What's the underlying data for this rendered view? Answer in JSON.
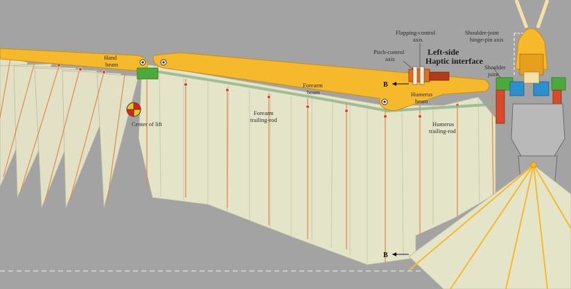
{
  "labels": {
    "hand_beam": [
      "Hand",
      "beam"
    ],
    "forearm_beam": [
      "Forearm",
      "beam"
    ],
    "forearm_trailing_rod": [
      "Forearm",
      "trailing-rod"
    ],
    "center_of_lift": "Center of lift",
    "pitch_control_axis": [
      "Pitch-control",
      "axis"
    ],
    "flapping_control_axis": [
      "Flapping-control",
      "axis"
    ],
    "shoulder_joint_axis": [
      "Shoulder-joint",
      "hinge-pin axis"
    ],
    "haptic_interface": [
      "Left-side",
      "Haptic interface"
    ],
    "shoulder_joint": [
      "Shoulder",
      "joint"
    ],
    "humerus_beam": [
      "Humerus",
      "beam"
    ],
    "humerus_trailing_rod": [
      "Humerus",
      "trailing-rod"
    ],
    "section_marker_top": "B",
    "section_marker_bottom": "B"
  },
  "colors": {
    "background": "#a3a3a3",
    "membrane": "#e4e4c8",
    "beam": "#f6b92c",
    "rod": "#e08a4a",
    "pivot": "#d84a2a"
  }
}
